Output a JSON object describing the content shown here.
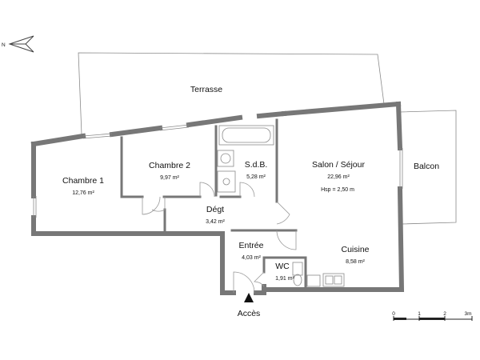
{
  "plan": {
    "rooms": [
      {
        "name": "Terrasse",
        "area": ""
      },
      {
        "name": "Chambre 1",
        "area": "12,76 m²"
      },
      {
        "name": "Chambre 2",
        "area": "9,97 m²"
      },
      {
        "name": "S.d.B.",
        "area": "5,28 m²"
      },
      {
        "name": "Salon / Séjour",
        "area": "22,96 m²"
      },
      {
        "name": "Balcon",
        "area": ""
      },
      {
        "name": "Dégt",
        "area": "3,42 m²"
      },
      {
        "name": "Entrée",
        "area": "4,03 m²"
      },
      {
        "name": "Cuisine",
        "area": "8,58 m²"
      },
      {
        "name": "WC",
        "area": "1,91 m²"
      }
    ],
    "ceiling_height": "Hsp = 2,50 m",
    "access_label": "Accès",
    "compass_label": "N",
    "scale": {
      "ticks": [
        "0",
        "1",
        "2",
        "3m"
      ]
    }
  }
}
